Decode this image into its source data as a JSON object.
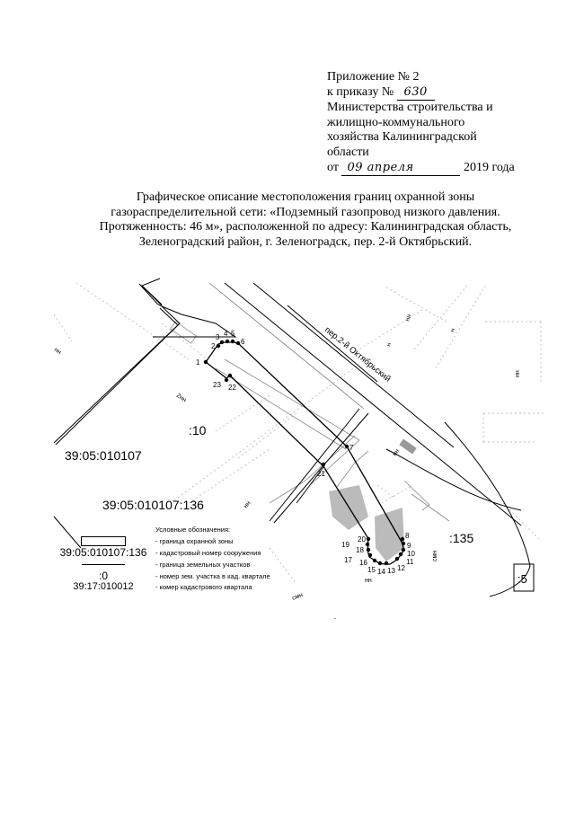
{
  "appendix": {
    "line1": "Приложение № 2",
    "order_prefix": "к приказу №",
    "order_number_handwritten": "630",
    "line3": "Министерства строительства и",
    "line4": "жилищно-коммунального",
    "line5": "хозяйства Калининградской",
    "line6": "области",
    "date_prefix": "от",
    "date_handwritten": "09 апреля",
    "date_suffix": "2019 года"
  },
  "title": {
    "line1": "Графическое описание местоположения границ охранной зоны",
    "line2": "газораспределительной сети: «Подземный газопровод низкого давления.",
    "line3": "Протяженность: 46 м», расположенной по адресу: Калининградская область,",
    "line4": "Зеленоградский район, г. Зеленоградск, пер. 2-й Октябрьский."
  },
  "map": {
    "street_label": "пер.2-й Октябрьский",
    "parcel_labels": {
      "p10": ":10",
      "p135": ":135",
      "p5": ":5"
    },
    "cadastral_block": "39:05:010107",
    "structure_number": "39:05:010107:136",
    "building_labels": [
      "нн",
      "2нн",
      "нн",
      "н",
      "н",
      "нн",
      "нн",
      "нн",
      "смн",
      "смн",
      "нн",
      "н"
    ],
    "boundary_points": [
      {
        "n": "1"
      },
      {
        "n": "2"
      },
      {
        "n": "3"
      },
      {
        "n": "4"
      },
      {
        "n": "5"
      },
      {
        "n": "6"
      },
      {
        "n": "7"
      },
      {
        "n": "8"
      },
      {
        "n": "9"
      },
      {
        "n": "10"
      },
      {
        "n": "11"
      },
      {
        "n": "12"
      },
      {
        "n": "13"
      },
      {
        "n": "14"
      },
      {
        "n": "15"
      },
      {
        "n": "16"
      },
      {
        "n": "17"
      },
      {
        "n": "18"
      },
      {
        "n": "19"
      },
      {
        "n": "20"
      },
      {
        "n": "21"
      },
      {
        "n": "22"
      },
      {
        "n": "23"
      }
    ]
  },
  "legend": {
    "heading": "Условные обозначения:",
    "items": [
      {
        "symbol": "",
        "text": "- граница охранной зоны"
      },
      {
        "symbol": "39:05:010107:136",
        "text": "- кадастровый номер сооружения"
      },
      {
        "symbol": "",
        "text": "- граница земельных участков"
      },
      {
        "symbol": ":0",
        "text": "- номер зем. участка в кад. квартале"
      },
      {
        "symbol": "39:17:010012",
        "text": "- комер кадастрового квартала"
      }
    ]
  }
}
